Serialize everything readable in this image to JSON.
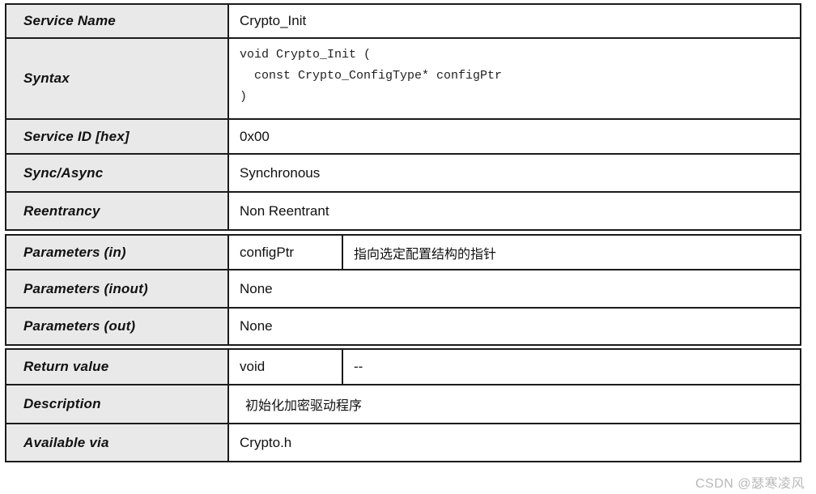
{
  "table": {
    "rows": [
      {
        "label": "Service Name",
        "value": "Crypto_Init"
      },
      {
        "label": "Syntax",
        "code": "void Crypto_Init (\n  const Crypto_ConfigType* configPtr\n)"
      },
      {
        "label": "Service ID [hex]",
        "value": "0x00"
      },
      {
        "label": "Sync/Async",
        "value": "Synchronous"
      },
      {
        "label": "Reentrancy",
        "value": "Non Reentrant"
      },
      {
        "label": "Parameters (in)",
        "param_name": "configPtr",
        "param_desc": "指向选定配置结构的指针"
      },
      {
        "label": "Parameters (inout)",
        "value": "None"
      },
      {
        "label": "Parameters (out)",
        "value": "None"
      },
      {
        "label": "Return value",
        "param_name": "void",
        "param_desc": "--"
      },
      {
        "label": "Description",
        "value": "初始化加密驱动程序"
      },
      {
        "label": "Available via",
        "value": "Crypto.h"
      }
    ]
  },
  "watermark": "CSDN @瑟寒凌风",
  "colors": {
    "label_cell_bg": "#e9e9e9",
    "border": "#1b1b1b",
    "watermark_text": "#b8b8b8"
  }
}
